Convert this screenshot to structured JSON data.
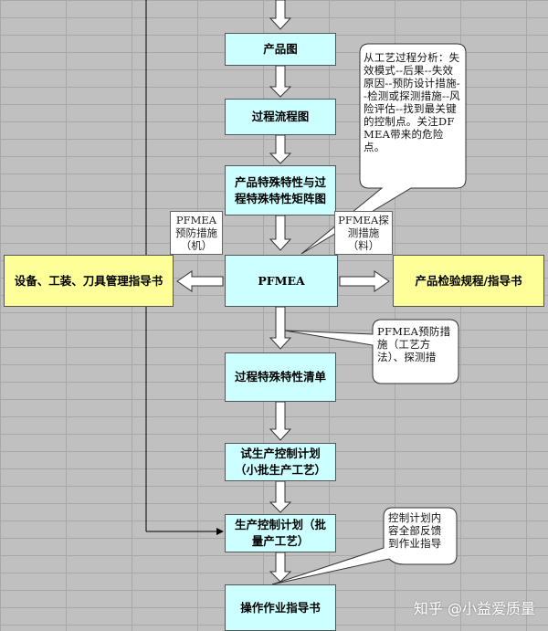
{
  "boxes": {
    "product_drawing": "产品图",
    "process_flow": "过程流程图",
    "char_matrix": "产品特殊特性与过程特殊特性矩阵图",
    "pfmea": "PFMEA",
    "equipment_guide": "设备、工装、刀具管理指导书",
    "inspection_guide": "产品检验规程/指导书",
    "special_char_list": "过程特殊特性清单",
    "trial_control_plan": "试生产控制计划（小批生产工艺）",
    "control_plan": "生产控制计划（批量产工艺）",
    "work_instruction": "操作作业指导书"
  },
  "labels": {
    "pfmea_prevent_machine": "PFMEA预防措施（机）",
    "pfmea_detect_material": "PFMEA探测措施（料）"
  },
  "callouts": {
    "analysis": "从工艺过程分析：失效模式--后果--失效原因--预防设计措施--检测或探测措施--风险评估--找到最关键的控制点。关注DFMEA带来的危险点。",
    "pfmea_measures": "PFMEA预防措施（工艺方法）、探测措",
    "feedback": "控制计划内容全部反馈到作业指导"
  },
  "watermark": "知乎 @小益爱质量",
  "colors": {
    "process_box": "#ccffff",
    "output_box": "#ffff99",
    "background": "#c0c0c0"
  }
}
